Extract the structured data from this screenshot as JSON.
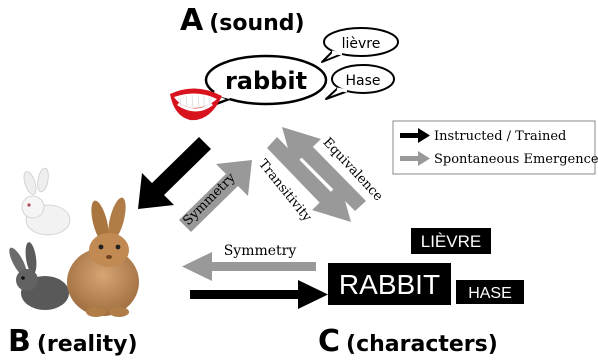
{
  "diagram": {
    "node_a": {
      "letter": "A",
      "label": "(sound)"
    },
    "node_b": {
      "letter": "B",
      "label": "(reality)"
    },
    "node_c": {
      "letter": "C",
      "label": "(characters)"
    },
    "speech": {
      "main": "rabbit",
      "french": "lièvre",
      "german": "Hase"
    },
    "characters": {
      "main": "RABBIT",
      "french": "LIÈVRE",
      "german": "HASE"
    },
    "relations": {
      "symmetry_ab": "Symmetry",
      "transitivity": "Transitivity",
      "equivalence": "Equivalence",
      "symmetry_bc": "Symmetry"
    },
    "legend": [
      {
        "label": "Instructed / Trained",
        "color": "#000000"
      },
      {
        "label": "Spontaneous Emergence",
        "color": "#999999"
      }
    ],
    "colors": {
      "trained": "#000000",
      "emergent": "#999999",
      "fur": "#b8824e"
    }
  }
}
